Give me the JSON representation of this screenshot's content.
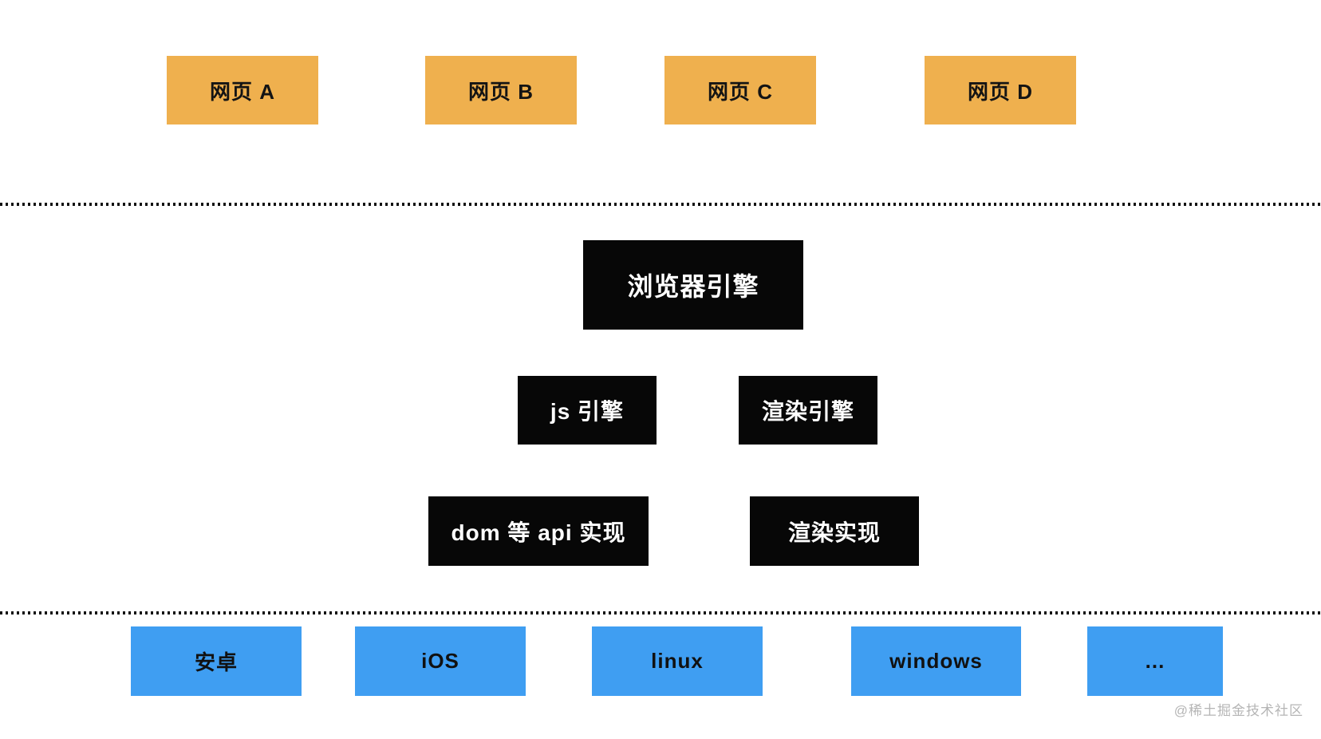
{
  "colors": {
    "page_box": "#EFB04E",
    "engine_box": "#070707",
    "platform_box": "#3F9EF2",
    "dot": "#111111",
    "watermark": "#B5B5B5"
  },
  "pages": [
    {
      "label": "网页 A"
    },
    {
      "label": "网页 B"
    },
    {
      "label": "网页 C"
    },
    {
      "label": "网页 D"
    }
  ],
  "engine_layers": {
    "browser_engine": {
      "label": "浏览器引擎"
    },
    "js_engine": {
      "label": "js 引擎"
    },
    "render_engine": {
      "label": "渲染引擎"
    },
    "dom_api_impl": {
      "label": "dom 等 api 实现"
    },
    "render_impl": {
      "label": "渲染实现"
    }
  },
  "platforms": [
    {
      "label": "安卓"
    },
    {
      "label": "iOS"
    },
    {
      "label": "linux"
    },
    {
      "label": "windows"
    },
    {
      "label": "..."
    }
  ],
  "watermark": {
    "label": "@稀土掘金技术社区"
  }
}
